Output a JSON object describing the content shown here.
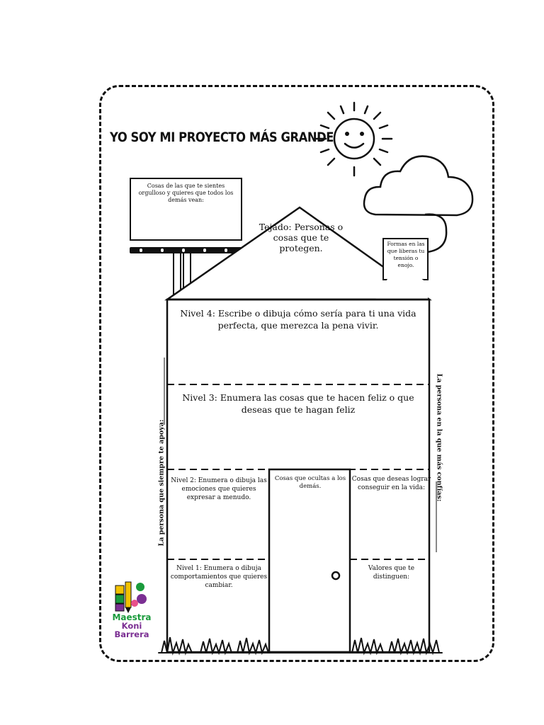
{
  "worksheet": {
    "title": "YO SOY MI PROYECTO MÁS GRANDE",
    "billboard_text": "Cosas de las que te sientes orgulloso y quieres que todos los demás vean:",
    "roof_text": "Tejado: Personas o cosas que te protegen.",
    "chimney_text": "Formas en las que liberas tu tensión o enojo.",
    "level4": "Nivel 4: Escribe o dibuja cómo sería para ti una vida perfecta, que merezca la pena vivir.",
    "level3": "Nivel 3: Enumera las cosas que te hacen feliz o que deseas que te hagan feliz",
    "level2": "Nivel 2: Enumera o dibuja las emociones que quieres expresar a menudo.",
    "door_text": "Cosas que ocultas a los demás.",
    "goals_text": "Cosas que deseas lograr conseguir en la vida:",
    "level1": "Nivel 1: Enumera o dibuja comportamientos que quieres cambiar.",
    "values_text": "Valores que te distinguen:",
    "left_side_text": "La persona que siempre te apoya:",
    "right_side_text": "La persona en la que más confías:"
  },
  "logo": {
    "line1": "Maestra",
    "line2": "Koni Barrera",
    "colors": {
      "green": "#1a9b3c",
      "purple": "#7b2f93",
      "yellow": "#f2c200",
      "pink": "#e8508a"
    }
  }
}
